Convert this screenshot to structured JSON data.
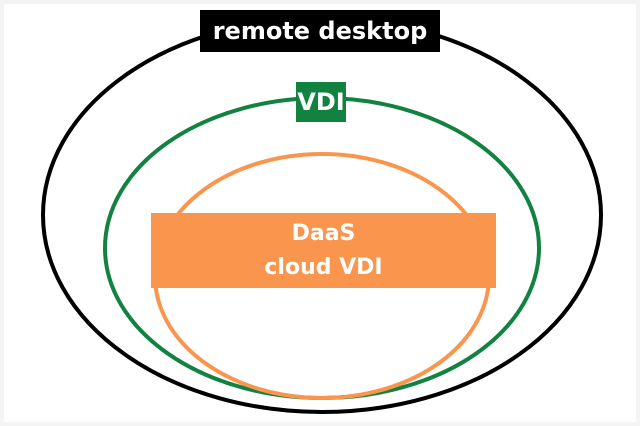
{
  "diagram": {
    "outer": {
      "label": "remote desktop",
      "color": "#000000"
    },
    "middle": {
      "label": "VDI",
      "color": "#118240"
    },
    "inner": {
      "label_line1": "DaaS",
      "label_line2": "cloud VDI",
      "color": "#f9954d"
    }
  }
}
